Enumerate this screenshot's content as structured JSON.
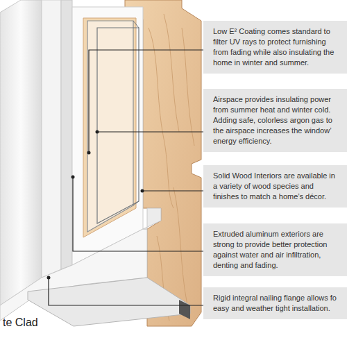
{
  "diagram": {
    "nodes": [
      {
        "text": [
          "Low E² Coating comes standard to filter UV rays to protect furnishing from fading while also insulating the home in winter and summer."
        ]
      },
      {
        "text": [
          "Airspace provides insulating power from summer heat and winter cold. Adding safe, colorless argon gas to the airspace increases the window’ energy efficiency."
        ]
      },
      {
        "text": [
          "Solid Wood Interiors are available in a variety of wood species and finishes to match a home’s décor."
        ]
      },
      {
        "text": [
          "Extruded aluminum exteriors are strong to provide better protection against water and air infiltration, denting and fading."
        ]
      },
      {
        "text": [
          "Rigid integral nailing flange allows fo easy and weather tight installation."
        ]
      }
    ],
    "labels": [
      "te Clad"
    ]
  }
}
